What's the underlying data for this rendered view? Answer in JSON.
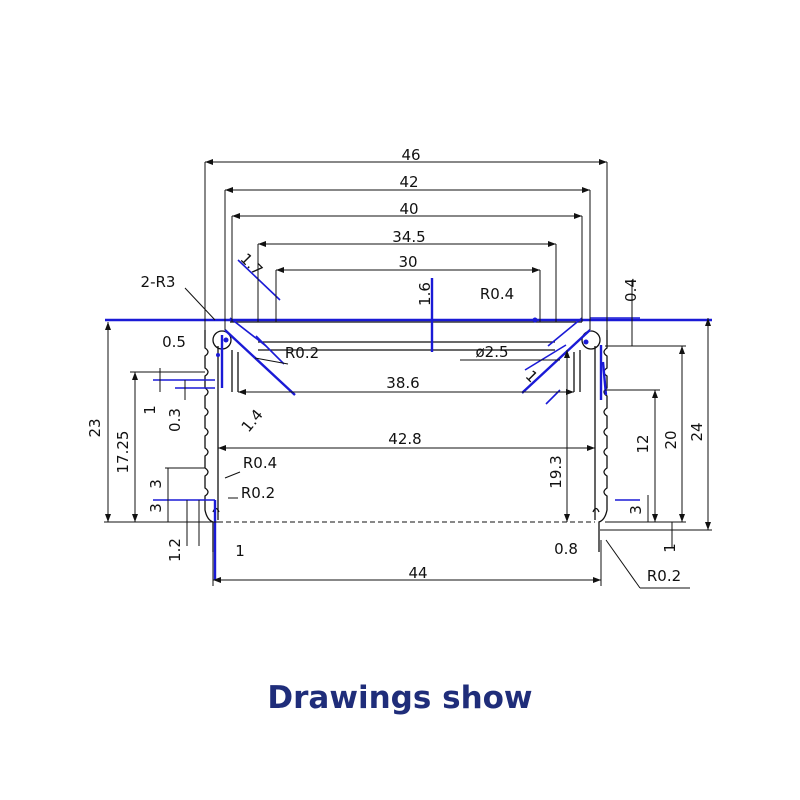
{
  "caption": "Drawings show",
  "colors": {
    "dimension_line": "#111111",
    "highlight": "#1a1ad6",
    "caption": "#1f2d7a"
  },
  "dimensions": {
    "w46": "46",
    "w42": "42",
    "w40": "40",
    "w34_5": "34.5",
    "w30": "30",
    "w38_6": "38.6",
    "w42_8": "42.8",
    "w44": "44",
    "h23": "23",
    "h17_25": "17.25",
    "h24": "24",
    "h20": "20",
    "h12": "12",
    "h19_3": "19.3",
    "t1_6": "1.6",
    "t0_4": "0.4",
    "t0_5": "0.5",
    "t1": "1",
    "t0_3": "0.3",
    "s3a": "3",
    "s3b": "3",
    "s3c": "3",
    "t1_2": "1.2",
    "t1b": "1",
    "t0_8": "0.8",
    "t1c": "1",
    "d1_7": "1.7",
    "d1_4": "1.4",
    "d1_right": "1",
    "r3": "2-R3",
    "r0_2a": "R0.2",
    "r0_4a": "R0.4",
    "r0_4b": "R0.4",
    "r0_2b": "R0.2",
    "r0_2c": "R0.2",
    "dia2_5": "ø2.5"
  }
}
